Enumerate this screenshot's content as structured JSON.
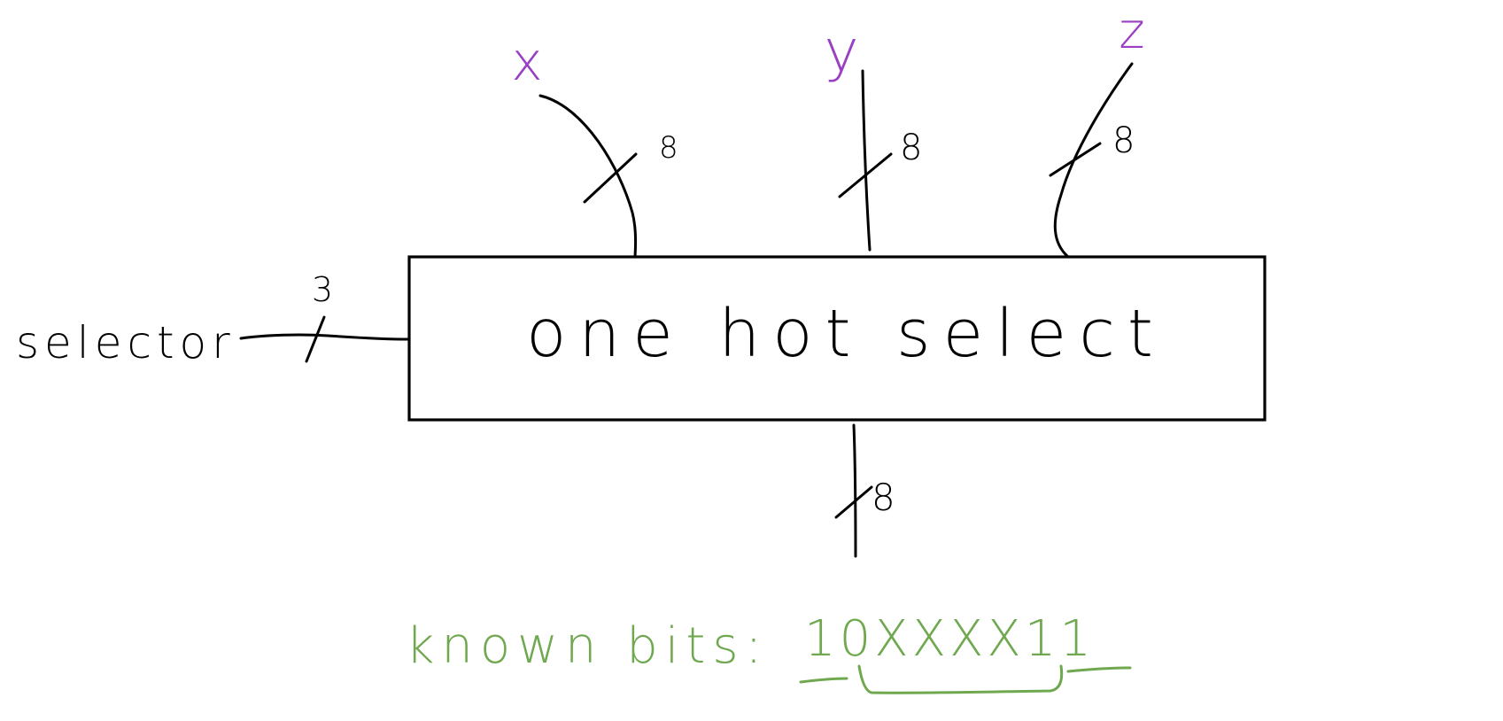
{
  "block": {
    "label": "one hot select"
  },
  "inputs": {
    "x": {
      "label": "x",
      "width": "8"
    },
    "y": {
      "label": "y",
      "width": "8"
    },
    "z": {
      "label": "z",
      "width": "8"
    },
    "selector": {
      "label": "selector",
      "width": "3"
    }
  },
  "output": {
    "width": "8"
  },
  "note": {
    "prefix": "known bits:",
    "bits": "10XXXX11"
  },
  "colors": {
    "ink": "#000000",
    "input_labels": "#9a3fc4",
    "note": "#6fa84f"
  }
}
